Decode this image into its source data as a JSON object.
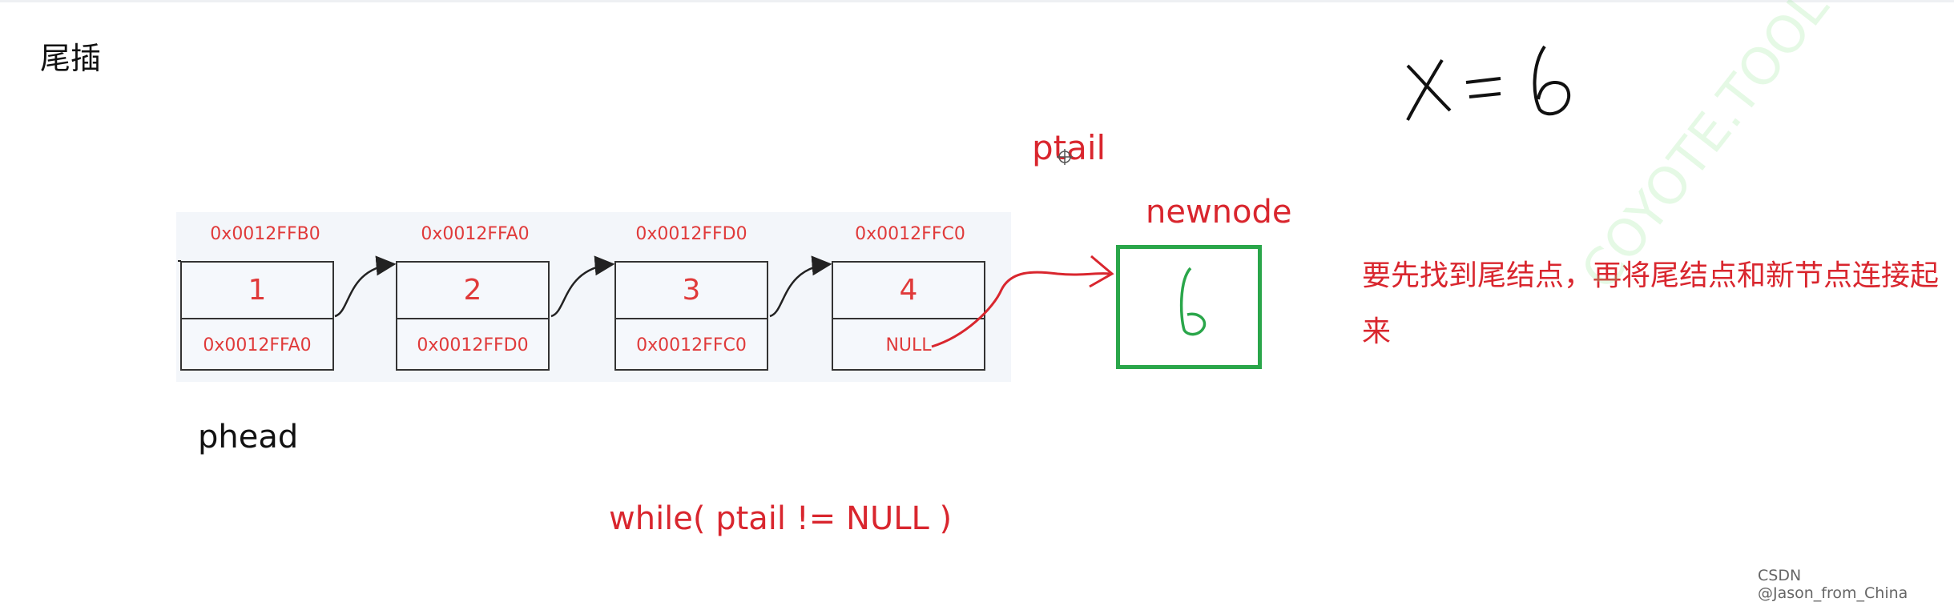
{
  "title": "尾插",
  "equation": "X = 6",
  "nodes": [
    {
      "address": "0x0012FFB0",
      "value": "1",
      "next": "0x0012FFA0"
    },
    {
      "address": "0x0012FFA0",
      "value": "2",
      "next": "0x0012FFD0"
    },
    {
      "address": "0x0012FFD0",
      "value": "3",
      "next": "0x0012FFC0"
    },
    {
      "address": "0x0012FFC0",
      "value": "4",
      "next": "NULL"
    }
  ],
  "labels": {
    "ptail": "ptail",
    "newnode": "newnode",
    "newnode_value": "6",
    "phead": "phead",
    "while": "while( ptail != NULL )"
  },
  "description": "要先找到尾结点，再将尾结点和新节点连接起来",
  "credit": "CSDN @Jason_from_China",
  "watermark": "COYOTE.TOOL",
  "colors": {
    "accent_red": "#d9262e",
    "node_red": "#e03a3a",
    "newnode_green": "#2aa64a"
  }
}
